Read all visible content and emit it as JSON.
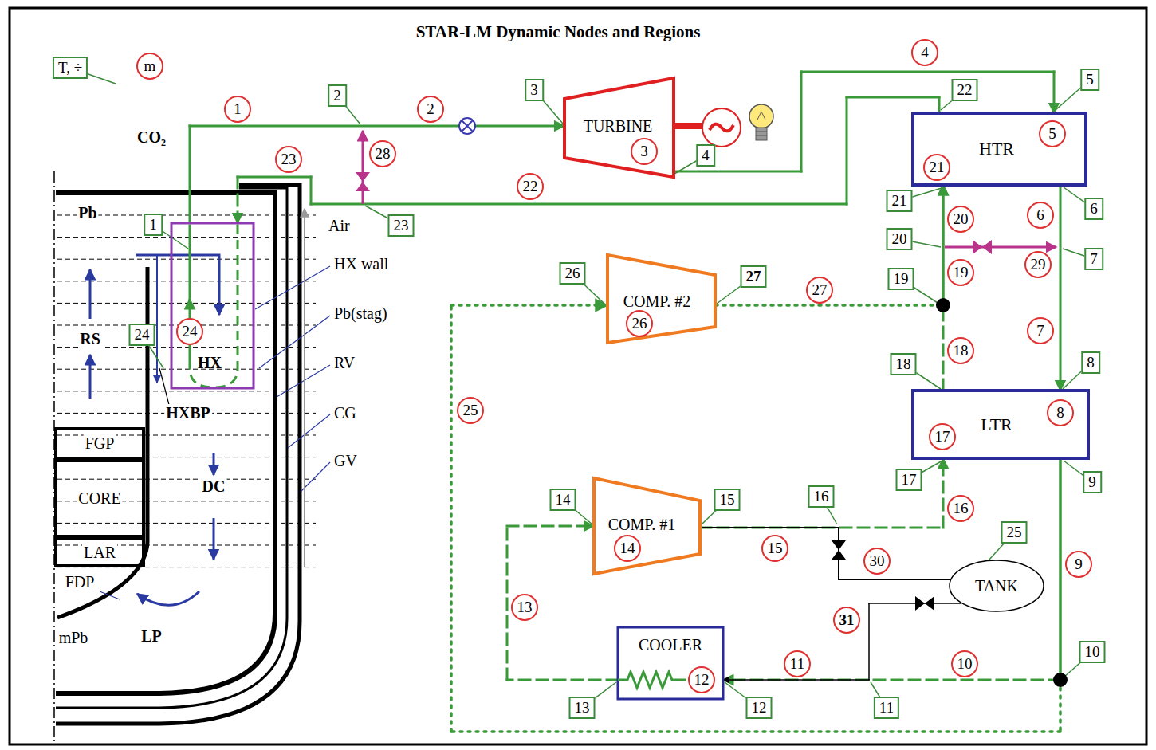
{
  "diagram": {
    "title": "STAR-LM Dynamic Nodes and Regions",
    "nodes": [
      {
        "text": [
          "HX",
          "24"
        ]
      },
      {
        "text": [
          "TURBINE",
          "3"
        ]
      },
      {
        "text": [
          "HTR",
          "5",
          "21"
        ]
      },
      {
        "text": [
          "LTR",
          "8",
          "17"
        ]
      },
      {
        "text": [
          "COMP. #2",
          "26"
        ]
      },
      {
        "text": [
          "COMP. #1",
          "14"
        ]
      },
      {
        "text": [
          "COOLER",
          "12"
        ]
      },
      {
        "text": [
          "TANK"
        ]
      }
    ],
    "edges": [
      {
        "from": 0,
        "to": 1,
        "arrow": "to"
      },
      {
        "from": 1,
        "to": 2,
        "arrow": "to"
      },
      {
        "from": 2,
        "to": 3,
        "arrow": "to"
      },
      {
        "from": 3,
        "to": 6,
        "arrow": "to"
      },
      {
        "from": 6,
        "to": 5,
        "arrow": "to"
      },
      {
        "from": 5,
        "to": 3,
        "arrow": "to"
      },
      {
        "from": 3,
        "to": 2,
        "arrow": "to"
      },
      {
        "from": 3,
        "to": 4,
        "arrow": "to"
      },
      {
        "from": 4,
        "to": 2,
        "arrow": "to"
      },
      {
        "from": 2,
        "to": 0,
        "arrow": "to"
      },
      {
        "from": 5,
        "to": 7,
        "arrow": "none"
      },
      {
        "from": 7,
        "to": 6,
        "arrow": "to"
      }
    ],
    "labels": [
      "T, ÷",
      "m",
      "CO₂",
      "Pb",
      "Air",
      "HX wall",
      "Pb(stag)",
      "RV",
      "CG",
      "GV",
      "RS",
      "HXBP",
      "FGP",
      "CORE",
      "LAR",
      "DC",
      "FDP",
      "mPb",
      "LP",
      "1",
      "2",
      "4",
      "6",
      "7",
      "9",
      "10",
      "11",
      "13",
      "15",
      "16",
      "18",
      "19",
      "20",
      "22",
      "23",
      "25",
      "27",
      "28",
      "29",
      "30",
      "31",
      "1",
      "2",
      "3",
      "4",
      "5",
      "22",
      "21",
      "6",
      "20",
      "7",
      "19",
      "18",
      "8",
      "17",
      "9",
      "26",
      "27",
      "14",
      "15",
      "16",
      "25",
      "10",
      "11",
      "12",
      "13",
      "23",
      "24"
    ]
  }
}
